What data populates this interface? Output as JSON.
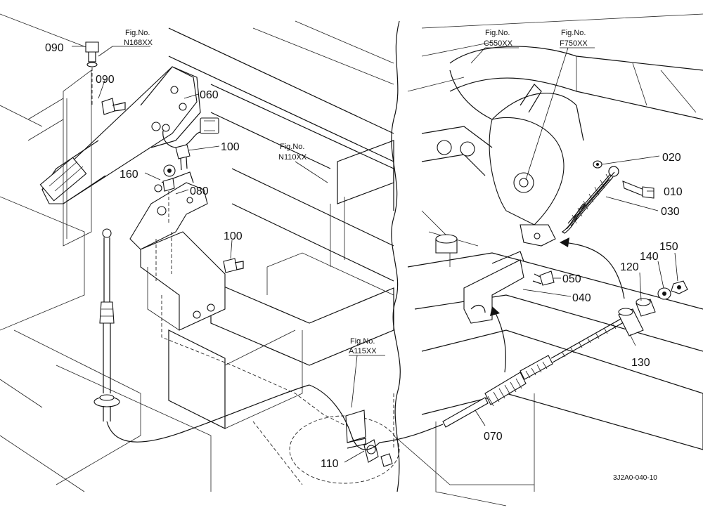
{
  "part_labels": {
    "p090a": "090",
    "p090b": "090",
    "p060": "060",
    "p100a": "100",
    "p160": "160",
    "p080": "080",
    "p100b": "100",
    "p020": "020",
    "p010": "010",
    "p030": "030",
    "p050": "050",
    "p040": "040",
    "p120": "120",
    "p140": "140",
    "p150": "150",
    "p130": "130",
    "p070": "070",
    "p110": "110"
  },
  "fig_refs": {
    "n168": {
      "prefix": "Fig.No.",
      "code": "N168XX"
    },
    "n110": {
      "prefix": "Fig.No.",
      "code": "N110XX"
    },
    "c550": {
      "prefix": "Fig.No.",
      "code": "C550XX"
    },
    "f750": {
      "prefix": "Fig.No.",
      "code": "F750XX"
    },
    "a115": {
      "prefix": "Fig.No.",
      "code": "A115XX"
    }
  },
  "drawing_code": "3J2A0-040-10"
}
